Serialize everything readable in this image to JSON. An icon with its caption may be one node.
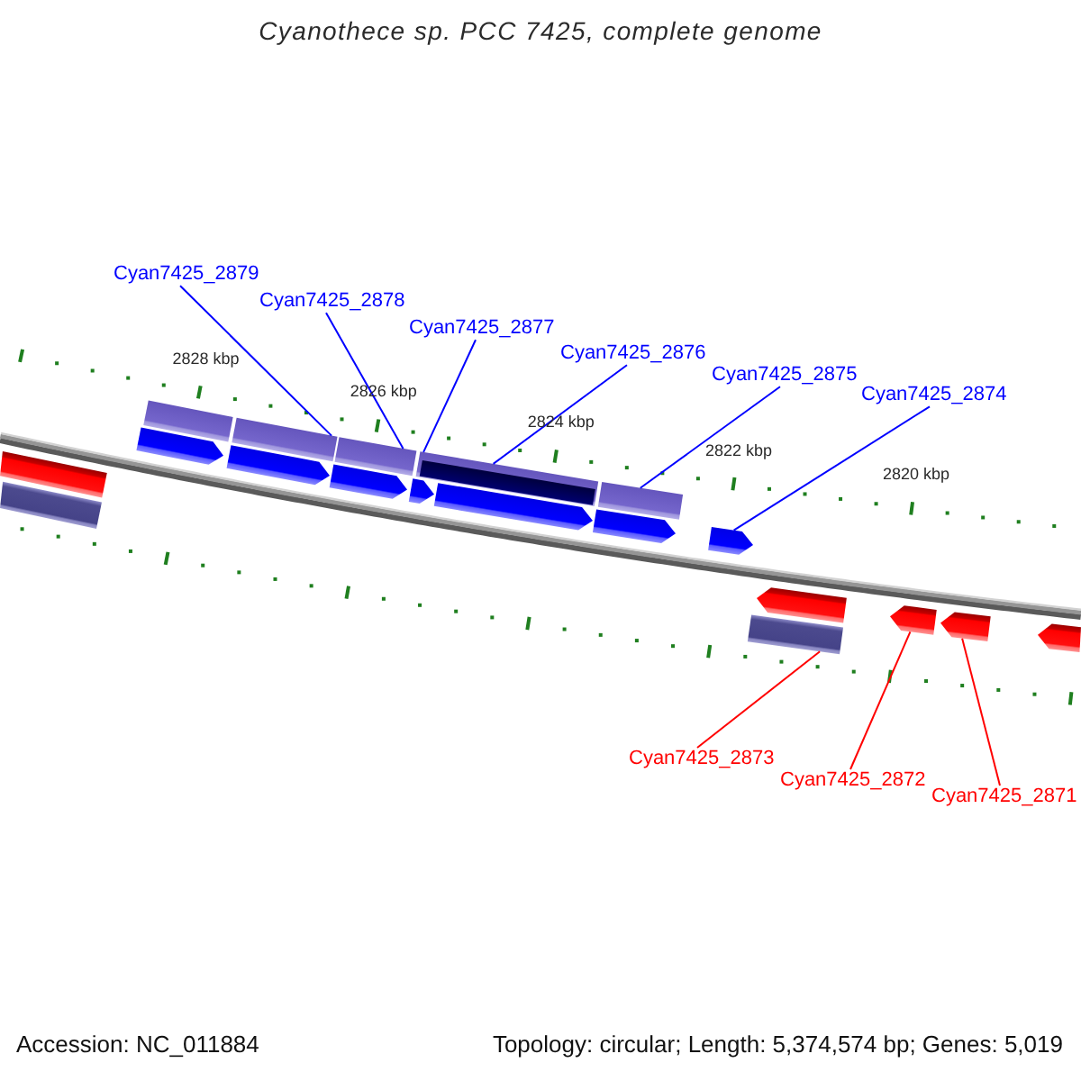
{
  "diagram": {
    "title": "Cyanothece sp. PCC 7425, complete genome",
    "nodes": [
      {
        "text": [
          "Cyan7425_2879"
        ]
      },
      {
        "text": [
          "Cyan7425_2878"
        ]
      },
      {
        "text": [
          "Cyan7425_2877"
        ]
      },
      {
        "text": [
          "Cyan7425_2876"
        ]
      },
      {
        "text": [
          "Cyan7425_2875"
        ]
      },
      {
        "text": [
          "Cyan7425_2874"
        ]
      },
      {
        "text": [
          "Cyan7425_2873"
        ]
      },
      {
        "text": [
          "Cyan7425_2872"
        ]
      },
      {
        "text": [
          "Cyan7425_2871"
        ]
      },
      {
        "text": [],
        "shape": "bar"
      },
      {
        "text": [],
        "shape": "bar"
      },
      {
        "text": [],
        "shape": "bar"
      },
      {
        "text": [],
        "shape": "bar"
      },
      {
        "text": [],
        "shape": "bar",
        "in": 12
      },
      {
        "text": [],
        "shape": "bar"
      },
      {
        "text": [],
        "shape": "arrow"
      },
      {
        "text": [],
        "shape": "arrow"
      },
      {
        "text": [],
        "shape": "arrow"
      },
      {
        "text": [],
        "shape": "arrow"
      },
      {
        "text": [],
        "shape": "arrow"
      },
      {
        "text": [],
        "shape": "arrow"
      },
      {
        "text": [],
        "shape": "arrow"
      },
      {
        "text": [],
        "shape": "bar"
      },
      {
        "text": [],
        "shape": "arrow"
      },
      {
        "text": [],
        "shape": "arrow"
      },
      {
        "text": [],
        "shape": "arrow"
      },
      {
        "text": [],
        "shape": "arrow"
      },
      {
        "text": [],
        "shape": "bar"
      },
      {
        "text": [],
        "shape": "bar"
      }
    ],
    "edges": [
      {
        "from": 0,
        "to": 10,
        "arrow": "none"
      },
      {
        "from": 1,
        "to": 11,
        "arrow": "none"
      },
      {
        "from": 2,
        "to": 12,
        "arrow": "none"
      },
      {
        "from": 3,
        "to": 12,
        "arrow": "none"
      },
      {
        "from": 4,
        "to": 14,
        "arrow": "none"
      },
      {
        "from": 5,
        "to": 21,
        "arrow": "none"
      },
      {
        "from": 6,
        "to": 28,
        "arrow": "none",
        "color": "#ff0000"
      },
      {
        "from": 7,
        "to": 24,
        "arrow": "none",
        "color": "#ff0000"
      },
      {
        "from": 8,
        "to": 25,
        "arrow": "none",
        "color": "#ff0000"
      }
    ],
    "labels": [
      "2828 kbp",
      "2826 kbp",
      "2824 kbp",
      "2822 kbp",
      "2820 kbp",
      "Accession: NC_011884",
      "Topology: circular; Length: 5,374,574 bp; Genes: 5,019"
    ]
  }
}
